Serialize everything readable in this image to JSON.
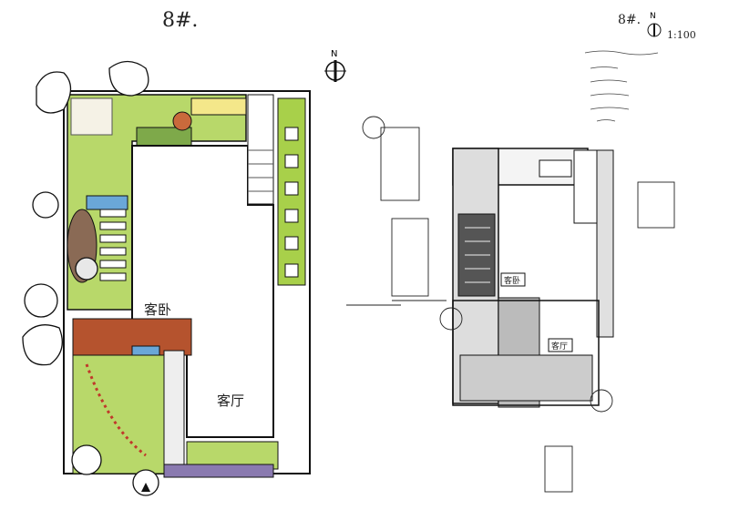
{
  "left_plan": {
    "title": "8#.",
    "north_label": "N",
    "rooms": {
      "guest_bedroom": "客卧",
      "living_room": "客厅"
    },
    "colors": {
      "lawn": "#a8d04a",
      "deck": "#b5532e",
      "water": "#6aa7d8",
      "ink": "#1a1a1a",
      "hedge": "#5f9e3a"
    }
  },
  "right_sketch": {
    "title": "8#.",
    "north_label": "N",
    "scale": "1:100",
    "rooms": {
      "guest_bedroom": "客卧",
      "living_room": "客厅"
    }
  }
}
